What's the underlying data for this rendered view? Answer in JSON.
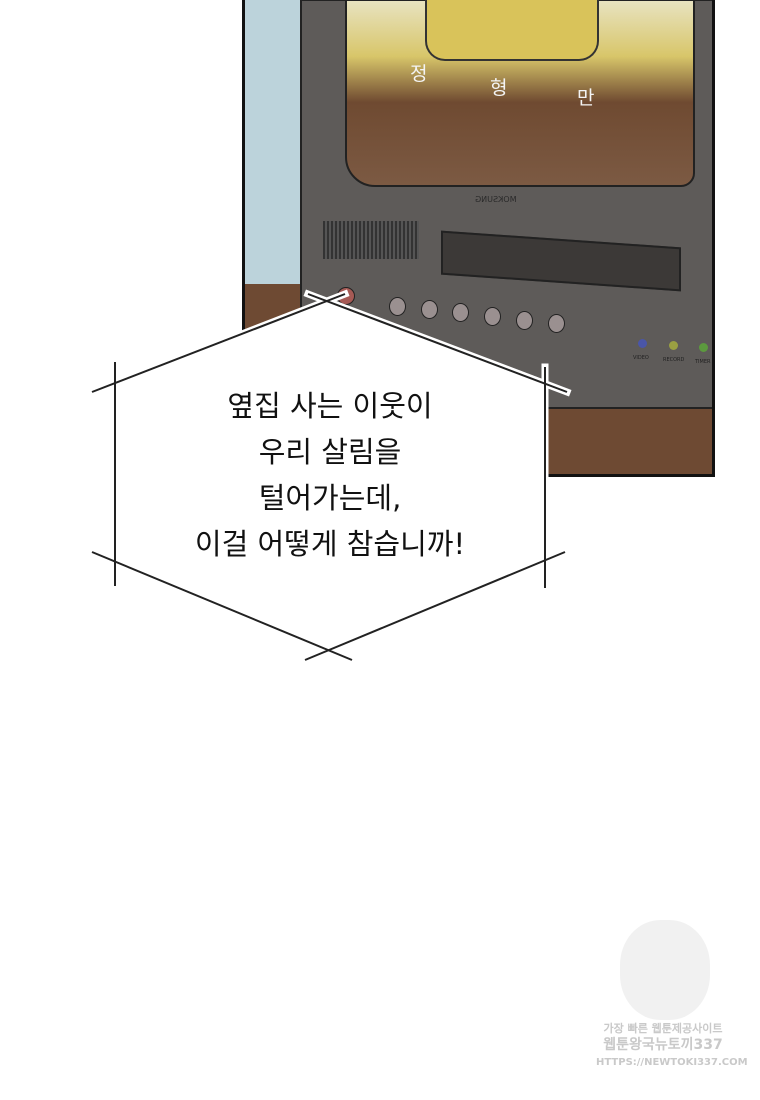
{
  "panel": {
    "screen_caption": [
      "정",
      "형",
      "만"
    ],
    "tv_brand": "MOKSUNG",
    "indicator_labels": [
      "VIDEO",
      "RECORD",
      "TIMER"
    ]
  },
  "speech_bubble": {
    "lines": [
      "옆집 사는 이웃이",
      "우리 살림을",
      "털어가는데,",
      "이걸 어떻게 참습니까!"
    ]
  },
  "watermark": {
    "line1": "가장 빠른 웹툰제공사이트",
    "line2": "웹툰왕국뉴토끼337",
    "line3": "HTTPS://NEWTOKI337.COM"
  }
}
